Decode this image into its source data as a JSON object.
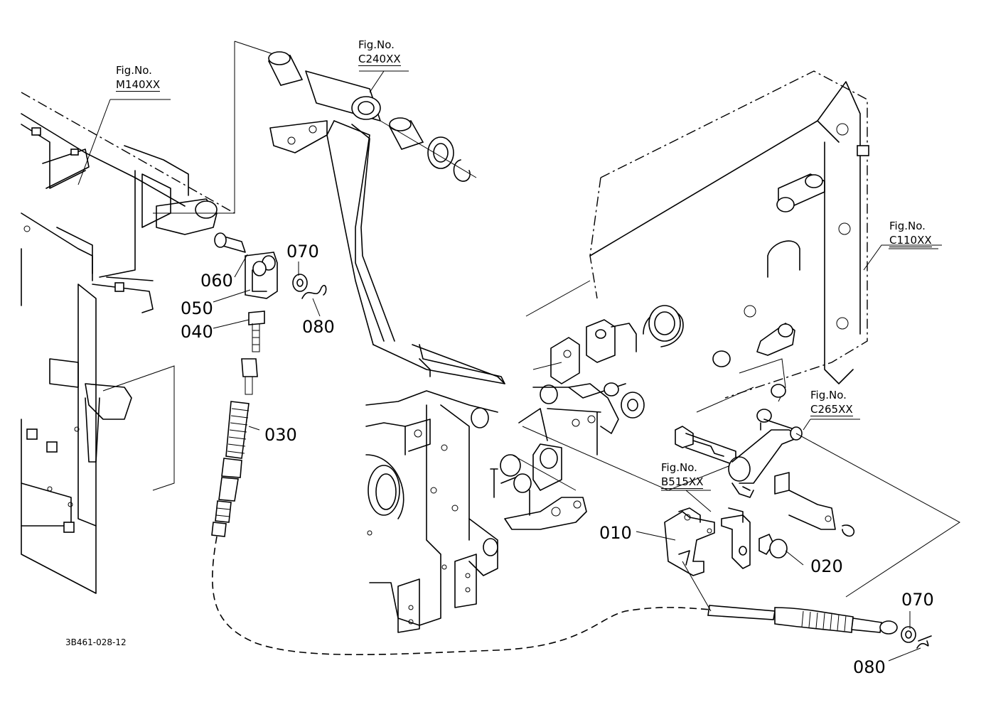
{
  "figure_refs": [
    {
      "id": "m140",
      "prefix": "Fig.No.",
      "code": "M140XX"
    },
    {
      "id": "c240",
      "prefix": "Fig.No.",
      "code": "C240XX"
    },
    {
      "id": "c110",
      "prefix": "Fig.No.",
      "code": "C110XX"
    },
    {
      "id": "c265",
      "prefix": "Fig.No.",
      "code": "C265XX"
    },
    {
      "id": "b515",
      "prefix": "Fig.No.",
      "code": "B515XX"
    }
  ],
  "parts": {
    "p010": "010",
    "p020": "020",
    "p030": "030",
    "p040": "040",
    "p050": "050",
    "p060": "060",
    "p070_top": "070",
    "p080_top": "080",
    "p070_bottom": "070",
    "p080_bottom": "080"
  },
  "drawing_code": "3B461-028-12"
}
